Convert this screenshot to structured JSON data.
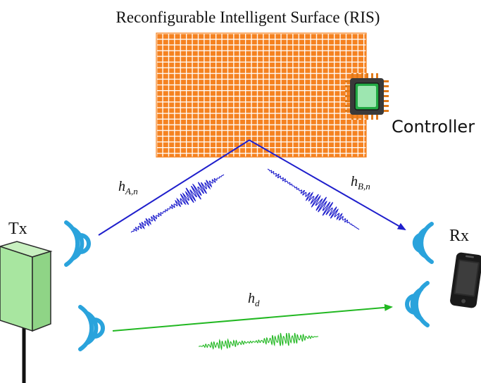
{
  "title": "Reconfigurable Intelligent Surface (RIS)",
  "controller_label": "Controller",
  "tx_label": "Tx",
  "rx_label": "Rx",
  "channels": {
    "ha_main": "h",
    "ha_sub": "A,n",
    "hb_main": "h",
    "hb_sub": "B,n",
    "hd_main": "h",
    "hd_sub": "d"
  },
  "colors": {
    "ris_panel": "#f58220",
    "ris_grid": "#ffffff",
    "blue_path": "#1f1fcc",
    "green_path": "#22b822",
    "antenna_waves": "#2aa3dc",
    "tx_box": "#a8e6a0",
    "chip_outer": "#3a3a3a",
    "chip_inner": "#22aa44"
  },
  "icons": {
    "tx": "tx-antenna-box-icon",
    "rx": "mobile-phone-icon",
    "controller": "microchip-icon",
    "waves": "wireless-signal-icon"
  }
}
